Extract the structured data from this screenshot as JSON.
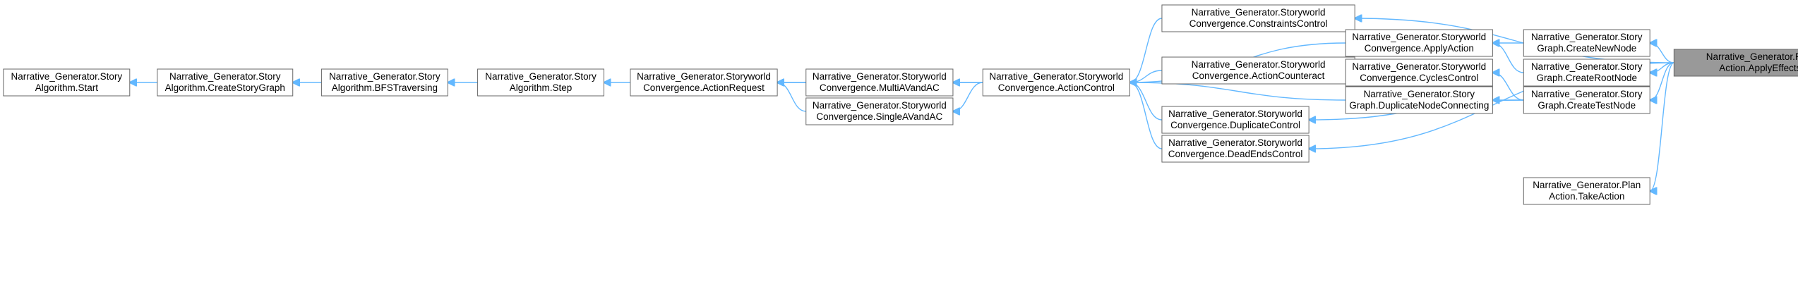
{
  "diagram": {
    "type": "call-graph",
    "nodes": [
      {
        "id": "plan_apply_effects",
        "line1": "Narrative_Generator.Plan",
        "line2": "Action.ApplyEffects",
        "highlight": true
      },
      {
        "id": "constraints_control",
        "line1": "Narrative_Generator.Storyworld",
        "line2": "Convergence.ConstraintsControl"
      },
      {
        "id": "apply_action",
        "line1": "Narrative_Generator.Storyworld",
        "line2": "Convergence.ApplyAction"
      },
      {
        "id": "create_new_node",
        "line1": "Narrative_Generator.Story",
        "line2": "Graph.CreateNewNode"
      },
      {
        "id": "create_root_node",
        "line1": "Narrative_Generator.Story",
        "line2": "Graph.CreateRootNode"
      },
      {
        "id": "action_counteract",
        "line1": "Narrative_Generator.Storyworld",
        "line2": "Convergence.ActionCounteract"
      },
      {
        "id": "cycles_control",
        "line1": "Narrative_Generator.Storyworld",
        "line2": "Convergence.CyclesControl"
      },
      {
        "id": "duplicate_node_connecting",
        "line1": "Narrative_Generator.Story",
        "line2": "Graph.DuplicateNodeConnecting"
      },
      {
        "id": "create_test_node",
        "line1": "Narrative_Generator.Story",
        "line2": "Graph.CreateTestNode"
      },
      {
        "id": "action_control",
        "line1": "Narrative_Generator.Storyworld",
        "line2": "Convergence.ActionControl"
      },
      {
        "id": "duplicate_control",
        "line1": "Narrative_Generator.Storyworld",
        "line2": "Convergence.DuplicateControl"
      },
      {
        "id": "dead_ends_control",
        "line1": "Narrative_Generator.Storyworld",
        "line2": "Convergence.DeadEndsControl"
      },
      {
        "id": "take_action",
        "line1": "Narrative_Generator.Plan",
        "line2": "Action.TakeAction"
      },
      {
        "id": "multi_av_and_ac",
        "line1": "Narrative_Generator.Storyworld",
        "line2": "Convergence.MultiAVandAC"
      },
      {
        "id": "single_av_and_ac",
        "line1": "Narrative_Generator.Storyworld",
        "line2": "Convergence.SingleAVandAC"
      },
      {
        "id": "action_request",
        "line1": "Narrative_Generator.Storyworld",
        "line2": "Convergence.ActionRequest"
      },
      {
        "id": "story_step",
        "line1": "Narrative_Generator.Story",
        "line2": "Algorithm.Step"
      },
      {
        "id": "bfs_traversing",
        "line1": "Narrative_Generator.Story",
        "line2": "Algorithm.BFSTraversing"
      },
      {
        "id": "create_story_graph",
        "line1": "Narrative_Generator.Story",
        "line2": "Algorithm.CreateStoryGraph"
      },
      {
        "id": "story_start",
        "line1": "Narrative_Generator.Story",
        "line2": "Algorithm.Start"
      }
    ],
    "edges": [
      {
        "from": "constraints_control",
        "to": "plan_apply_effects"
      },
      {
        "from": "create_new_node",
        "to": "plan_apply_effects"
      },
      {
        "from": "create_root_node",
        "to": "plan_apply_effects"
      },
      {
        "from": "create_test_node",
        "to": "plan_apply_effects"
      },
      {
        "from": "dead_ends_control",
        "to": "plan_apply_effects"
      },
      {
        "from": "take_action",
        "to": "plan_apply_effects"
      },
      {
        "from": "apply_action",
        "to": "create_new_node"
      },
      {
        "from": "apply_action",
        "to": "create_root_node"
      },
      {
        "from": "cycles_control",
        "to": "create_test_node"
      },
      {
        "from": "duplicate_node_connecting",
        "to": "create_test_node"
      },
      {
        "from": "duplicate_control",
        "to": "create_test_node"
      },
      {
        "from": "action_counteract",
        "to": "apply_action"
      },
      {
        "from": "action_control",
        "to": "apply_action"
      },
      {
        "from": "action_counteract",
        "to": "duplicate_node_connecting"
      },
      {
        "from": "action_control",
        "to": "constraints_control"
      },
      {
        "from": "action_control",
        "to": "action_counteract"
      },
      {
        "from": "action_control",
        "to": "duplicate_node_connecting"
      },
      {
        "from": "action_control",
        "to": "duplicate_control"
      },
      {
        "from": "action_control",
        "to": "dead_ends_control"
      },
      {
        "from": "multi_av_and_ac",
        "to": "action_control"
      },
      {
        "from": "single_av_and_ac",
        "to": "action_control"
      },
      {
        "from": "action_request",
        "to": "action_control"
      },
      {
        "from": "action_request",
        "to": "multi_av_and_ac"
      },
      {
        "from": "action_request",
        "to": "single_av_and_ac"
      },
      {
        "from": "story_step",
        "to": "action_request"
      },
      {
        "from": "bfs_traversing",
        "to": "story_step"
      },
      {
        "from": "create_story_graph",
        "to": "bfs_traversing"
      },
      {
        "from": "story_start",
        "to": "create_story_graph"
      }
    ]
  }
}
